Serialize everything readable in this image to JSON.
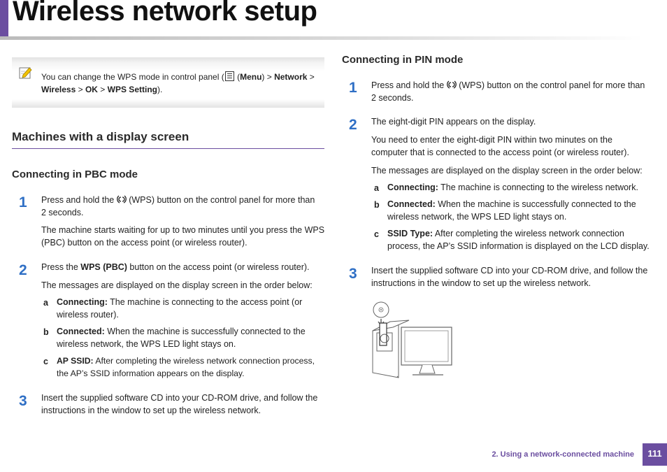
{
  "page": {
    "title": "Wireless network setup",
    "footer_text": "2.  Using a network-connected machine",
    "page_number": "111",
    "accent_color": "#6b4ea0",
    "step_color": "#2f6fc5"
  },
  "note": {
    "icon": "note-pencil-icon",
    "text_1": "You can change the WPS mode in control panel (",
    "menu_icon": "menu-icon",
    "text_2": " (",
    "menu": "Menu",
    "text_3": ") > ",
    "network": "Network",
    "text_4": " >",
    "wireless": "Wireless",
    "text_5": " > ",
    "ok": "OK",
    "text_6": " > ",
    "wps_setting": "WPS Setting",
    "text_7": ")."
  },
  "left": {
    "section_title": "Machines with a display screen",
    "subsection_title": "Connecting in PBC mode",
    "step1_num": "1",
    "step1_a": "Press and hold the ",
    "step1_b": " (WPS) button on the control panel for more than",
    "step1_c": "2 seconds.",
    "step1_p2_l1": "The machine starts waiting for up to two minutes until you press the WPS",
    "step1_p2_l2": "(PBC) button on the access point (or wireless router).",
    "step2_num": "2",
    "step2_a": "Press the ",
    "step2_bold": "WPS (PBC)",
    "step2_b": " button on the access point (or wireless router).",
    "step2_p2": "The messages are displayed on the display screen in the order below:",
    "items": [
      {
        "letter": "a",
        "label": "Connecting:",
        "l1": " The machine is connecting to the access point (or",
        "l2": "wireless router)."
      },
      {
        "letter": "b",
        "label": "Connected:",
        "l1": " When the machine is successfully connected to the",
        "l2": "wireless network, the WPS LED light stays on."
      },
      {
        "letter": "c",
        "label": "AP SSID:",
        "l1": " After completing the wireless network connection process,",
        "l2": "the AP’s SSID information appears on the display."
      }
    ],
    "step3_num": "3",
    "step3_l1": "Insert the supplied software CD into your CD-ROM drive, and follow the",
    "step3_l2": "instructions in the window to set up the wireless network."
  },
  "right": {
    "subsection_title": "Connecting in PIN mode",
    "step1_num": "1",
    "step1_a": "Press and hold the ",
    "step1_b": " (WPS) button on the control panel for more than",
    "step1_c": "2 seconds.",
    "step2_num": "2",
    "step2_p1": "The eight-digit PIN appears on the display.",
    "step2_p2_l1": "You need to enter the eight-digit PIN within two minutes on the",
    "step2_p2_l2": "computer that is connected to the access point (or wireless router).",
    "step2_p3": "The messages are displayed on the display screen in the order below:",
    "items": [
      {
        "letter": "a",
        "label": "Connecting:",
        "l1": " The machine is connecting to the wireless network.",
        "l2": ""
      },
      {
        "letter": "b",
        "label": "Connected:",
        "l1": " When the machine is successfully connected to the",
        "l2": "wireless network, the WPS LED light stays on."
      },
      {
        "letter": "c",
        "label": "SSID Type:",
        "l1": " After completing the wireless network connection",
        "l2": "process, the AP’s SSID information is displayed on the LCD display."
      }
    ],
    "step3_num": "3",
    "step3_l1": "Insert the supplied software CD into your CD-ROM drive, and follow the",
    "step3_l2": "instructions in the window to set up the wireless network.",
    "illustration": "cd-insert-computer-illustration"
  }
}
